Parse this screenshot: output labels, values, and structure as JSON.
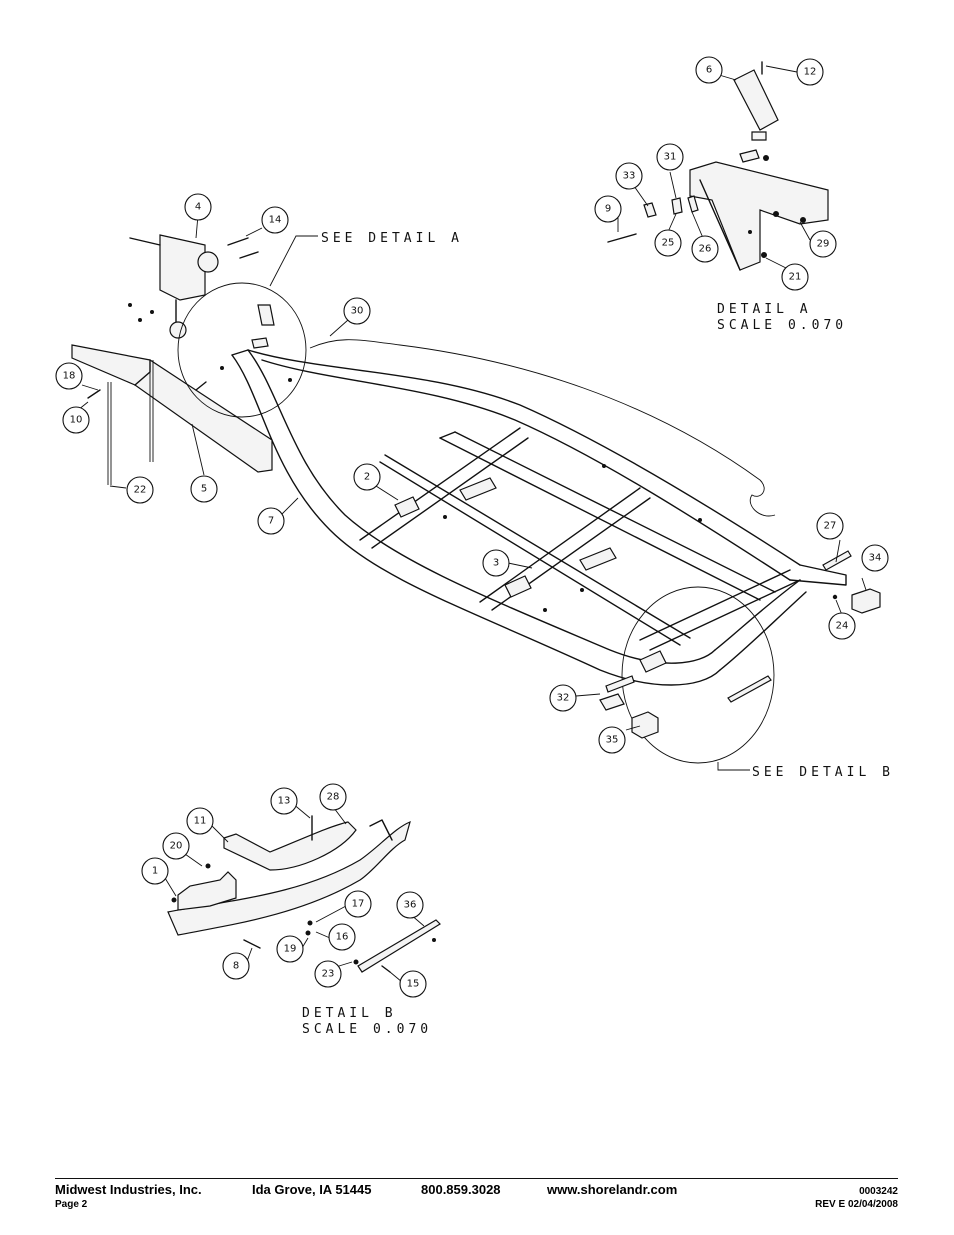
{
  "detail_a": {
    "title": "DETAIL A",
    "scale": "SCALE 0.070",
    "callout": "SEE DETAIL A"
  },
  "detail_b": {
    "title": "DETAIL B",
    "scale": "SCALE 0.070",
    "callout": "SEE DETAIL B"
  },
  "balloons": {
    "b1": "1",
    "b2": "2",
    "b3": "3",
    "b4": "4",
    "b5": "5",
    "b6": "6",
    "b7": "7",
    "b8": "8",
    "b9": "9",
    "b10": "10",
    "b11": "11",
    "b12": "12",
    "b13": "13",
    "b14": "14",
    "b15": "15",
    "b16": "16",
    "b17": "17",
    "b18": "18",
    "b19": "19",
    "b20": "20",
    "b21": "21",
    "b22": "22",
    "b23": "23",
    "b24": "24",
    "b25": "25",
    "b26": "26",
    "b27": "27",
    "b28": "28",
    "b29": "29",
    "b30": "30",
    "b31": "31",
    "b32": "32",
    "b33": "33",
    "b34": "34",
    "b35": "35",
    "b36": "36"
  },
  "footer": {
    "company": "Midwest Industries, Inc.",
    "city": "Ida Grove, IA  51445",
    "phone": "800.859.3028",
    "website": "www.shorelandr.com",
    "page": "Page 2",
    "doc_number": "0003242",
    "revision": "REV E  02/04/2008"
  }
}
